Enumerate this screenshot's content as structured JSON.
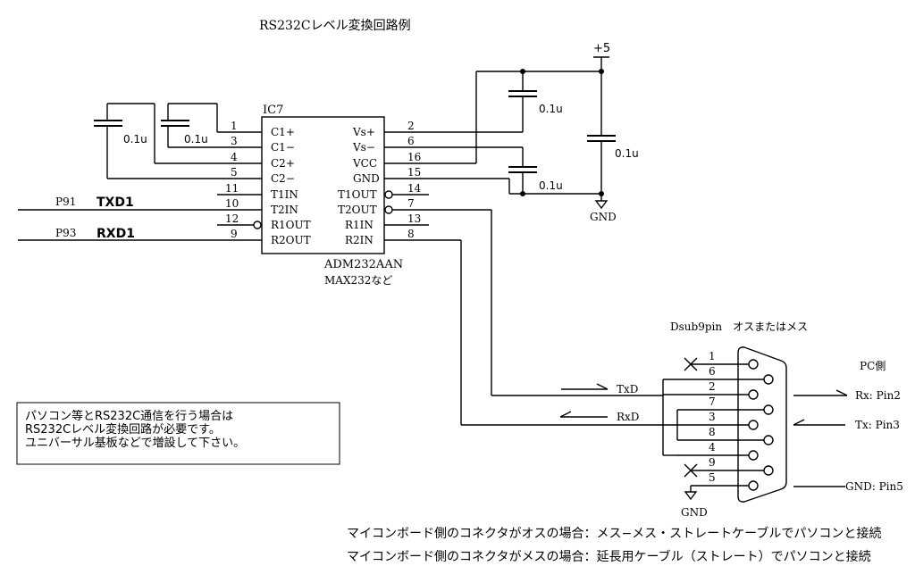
{
  "title": "RS232Cレベル変換回路例",
  "ic": {
    "ref": "IC7",
    "part": "ADM232AAN",
    "alt": "MAX232など",
    "left_pins": [
      {
        "num": "1",
        "name": "C1+"
      },
      {
        "num": "3",
        "name": "C1−"
      },
      {
        "num": "4",
        "name": "C2+"
      },
      {
        "num": "5",
        "name": "C2−"
      },
      {
        "num": "11",
        "name": "T1IN"
      },
      {
        "num": "10",
        "name": "T2IN"
      },
      {
        "num": "12",
        "name": "R1OUT"
      },
      {
        "num": "9",
        "name": "R2OUT"
      }
    ],
    "right_pins": [
      {
        "num": "2",
        "name": "Vs+"
      },
      {
        "num": "6",
        "name": "Vs−"
      },
      {
        "num": "16",
        "name": "VCC"
      },
      {
        "num": "15",
        "name": "GND"
      },
      {
        "num": "14",
        "name": "T1OUT"
      },
      {
        "num": "7",
        "name": "T2OUT"
      },
      {
        "num": "13",
        "name": "R1IN"
      },
      {
        "num": "8",
        "name": "R2IN"
      }
    ]
  },
  "capacitors": [
    "0.1u",
    "0.1u",
    "0.1u",
    "0.1u",
    "0.1u"
  ],
  "power": {
    "vcc": "+5",
    "gnd": "GND",
    "gnd2": "GND"
  },
  "signals": {
    "p91": "P91",
    "txd1": "TXD1",
    "p93": "P93",
    "rxd1": "RXD1",
    "txd": "TxD",
    "rxd": "RxD"
  },
  "connector": {
    "title": "Dsub9pin　オスまたはメス",
    "pins": [
      "1",
      "6",
      "2",
      "7",
      "3",
      "8",
      "4",
      "9",
      "5"
    ]
  },
  "pc": {
    "label": "PC側",
    "rx": "Rx: Pin2",
    "tx": "Tx: Pin3",
    "gnd": "GND: Pin5"
  },
  "note": [
    "パソコン等とRS232C通信を行う場合は",
    "RS232Cレベル変換回路が必要です。",
    "ユニバーサル基板などで増設して下さい。"
  ],
  "footer": [
    "マイコンボード側のコネクタがオスの場合：メス−メス・ストレートケーブルでパソコンと接続",
    "マイコンボード側のコネクタがメスの場合：延長用ケーブル（ストレート）でパソコンと接続"
  ]
}
